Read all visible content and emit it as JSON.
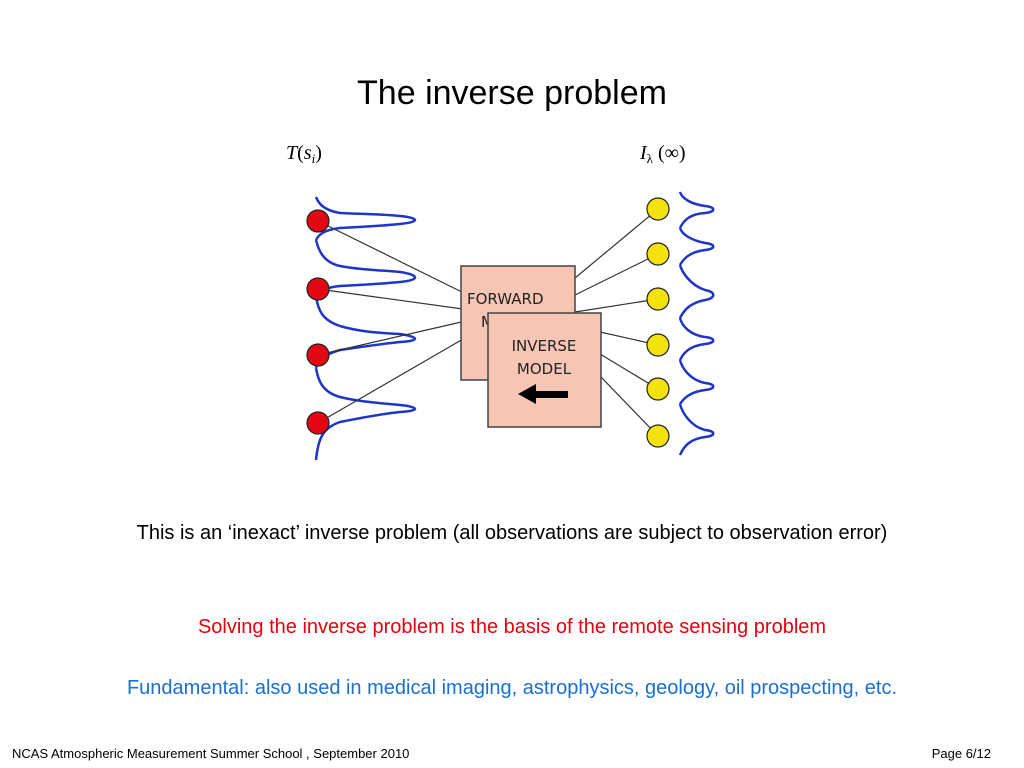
{
  "slide": {
    "title": "The inverse problem"
  },
  "diagram": {
    "left_label_base": "T",
    "left_label_open": "(",
    "left_label_var": "s",
    "left_label_sub": "i",
    "left_label_close": ")",
    "right_label_base": "I",
    "right_label_sub": "λ",
    "right_label_rest": "(∞)",
    "forward_box_line1": "FORWARD",
    "forward_box_line2": "M",
    "inverse_box_line1": "INVERSE",
    "inverse_box_line2": "MODEL",
    "colors": {
      "left_nodes": "#e30613",
      "right_nodes": "#f4e20c",
      "curves": "#1f35c8",
      "box_fill": "#f7c5b4"
    }
  },
  "text": {
    "line1": "This is an ‘inexact’ inverse problem (all observations are subject to observation error)",
    "line2": "Solving the inverse problem is the basis of the remote sensing problem",
    "line3": "Fundamental: also used in medical imaging, astrophysics, geology, oil prospecting, etc."
  },
  "footer": {
    "left": "NCAS Atmospheric Measurement Summer School , September 2010",
    "right": "Page 6/12"
  }
}
